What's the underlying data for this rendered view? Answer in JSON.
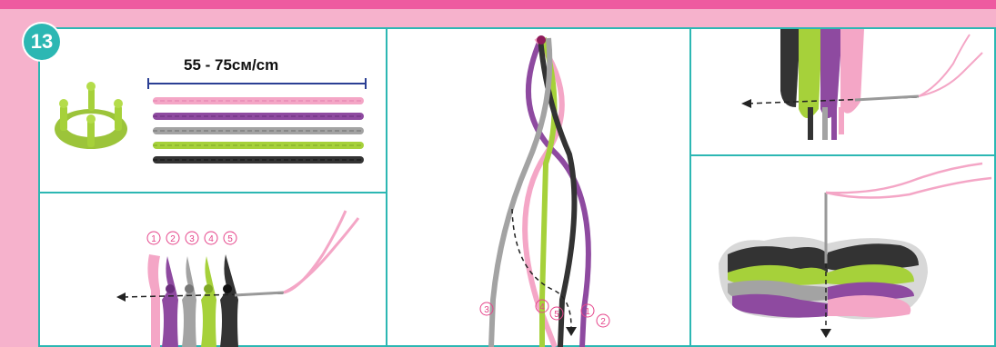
{
  "step": {
    "number": "13"
  },
  "measure": {
    "length_label": "55 - 75см/cm"
  },
  "panel_bottom_left": {
    "strand_numbers": [
      "1",
      "2",
      "3",
      "4",
      "5"
    ]
  },
  "panel_middle": {
    "strand_numbers": [
      "3",
      "4",
      "5",
      "1",
      "2"
    ]
  },
  "colors": {
    "frame": "#2cb7b3",
    "background": "#f6b2cc",
    "pink": "#f4a6c6",
    "purple": "#8e4aa0",
    "gray": "#a0a0a0",
    "green": "#a6d13a",
    "black": "#333333"
  }
}
